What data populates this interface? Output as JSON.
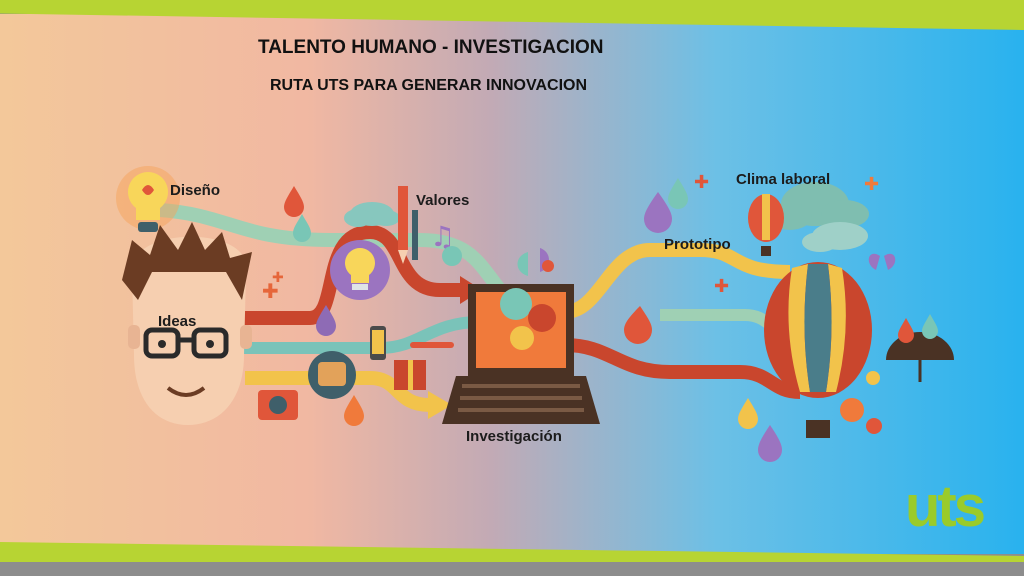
{
  "slide": {
    "title": "TALENTO HUMANO - INVESTIGACION",
    "subtitle": "RUTA UTS PARA GENERAR INNOVACION"
  },
  "labels": {
    "diseno": "Diseño",
    "valores": "Valores",
    "clima": "Clima laboral",
    "prototipo": "Prototipo",
    "ideas": "Ideas",
    "investigacion": "Investigación"
  },
  "logo": {
    "text": "uts"
  },
  "colors": {
    "green_accent": "#b7d433",
    "gray_band": "#8d8d8d",
    "logo_green": "#9acb2a"
  }
}
